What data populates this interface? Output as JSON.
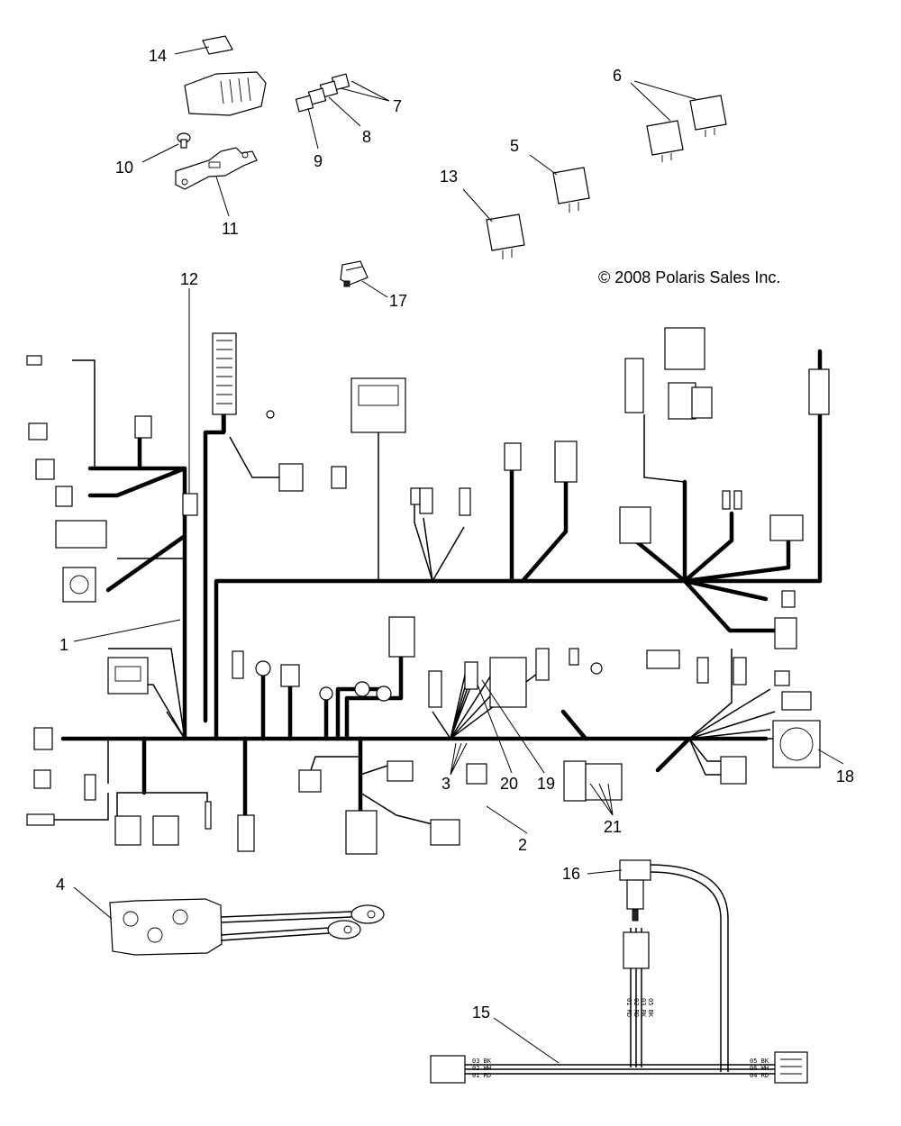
{
  "copyright": "© 2008 Polaris Sales Inc.",
  "callouts": {
    "c1": "1",
    "c2": "2",
    "c3": "3",
    "c4": "4",
    "c5": "5",
    "c6": "6",
    "c7": "7",
    "c8": "8",
    "c9": "9",
    "c10": "10",
    "c11": "11",
    "c12": "12",
    "c13": "13",
    "c14": "14",
    "c15": "15",
    "c16": "16",
    "c17": "17",
    "c18": "18",
    "c19": "19",
    "c20": "20",
    "c21": "21"
  },
  "harness_15_labels": {
    "left_1": "03 BK",
    "left_2": "02 WH",
    "left_3": "01 RD",
    "right_1": "05 BK",
    "right_2": "06 WH",
    "right_3": "04 RD",
    "vert_1": "01 RD",
    "vert_2": "02 RD",
    "vert_3": "03 BK",
    "vert_4": "05 BK"
  }
}
